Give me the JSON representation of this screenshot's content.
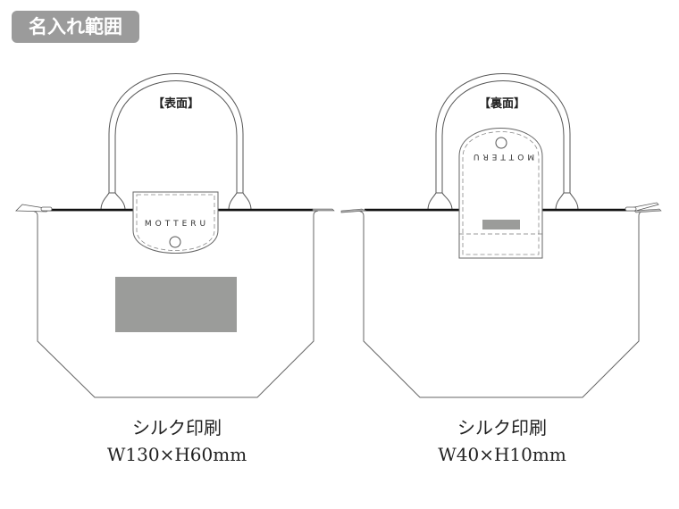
{
  "header": {
    "badge_label": "名入れ範囲",
    "badge_color": "#9b9b9b"
  },
  "front": {
    "side_label": "【表面】",
    "brand_text": "MOTTERU",
    "print_method": "シルク印刷",
    "print_size": "W130×H60mm",
    "print_area_color": "#9b9c9a"
  },
  "back": {
    "side_label": "【裏面】",
    "brand_text": "MOTTERU",
    "print_method": "シルク印刷",
    "print_size": "W40×H10mm",
    "print_area_color": "#9b9c9a"
  }
}
